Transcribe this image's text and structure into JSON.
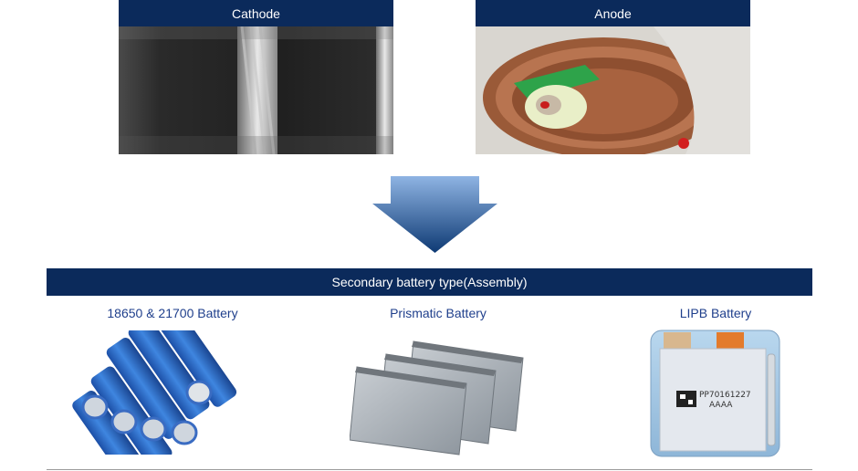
{
  "electrodes": {
    "cathode": {
      "title": "Cathode"
    },
    "anode": {
      "title": "Anode"
    }
  },
  "assembly": {
    "title": "Secondary battery type(Assembly)",
    "types": [
      {
        "label": "18650 & 21700 Battery"
      },
      {
        "label": "Prismatic Battery"
      },
      {
        "label": "LIPB Battery",
        "cell_text": [
          "PP70161227",
          "AAAA"
        ]
      }
    ]
  },
  "colors": {
    "header_bg": "#0b2a5b",
    "label_text": "#1f3f8c",
    "arrow_top": "#8fb4e3",
    "arrow_bottom": "#0e3a74"
  }
}
